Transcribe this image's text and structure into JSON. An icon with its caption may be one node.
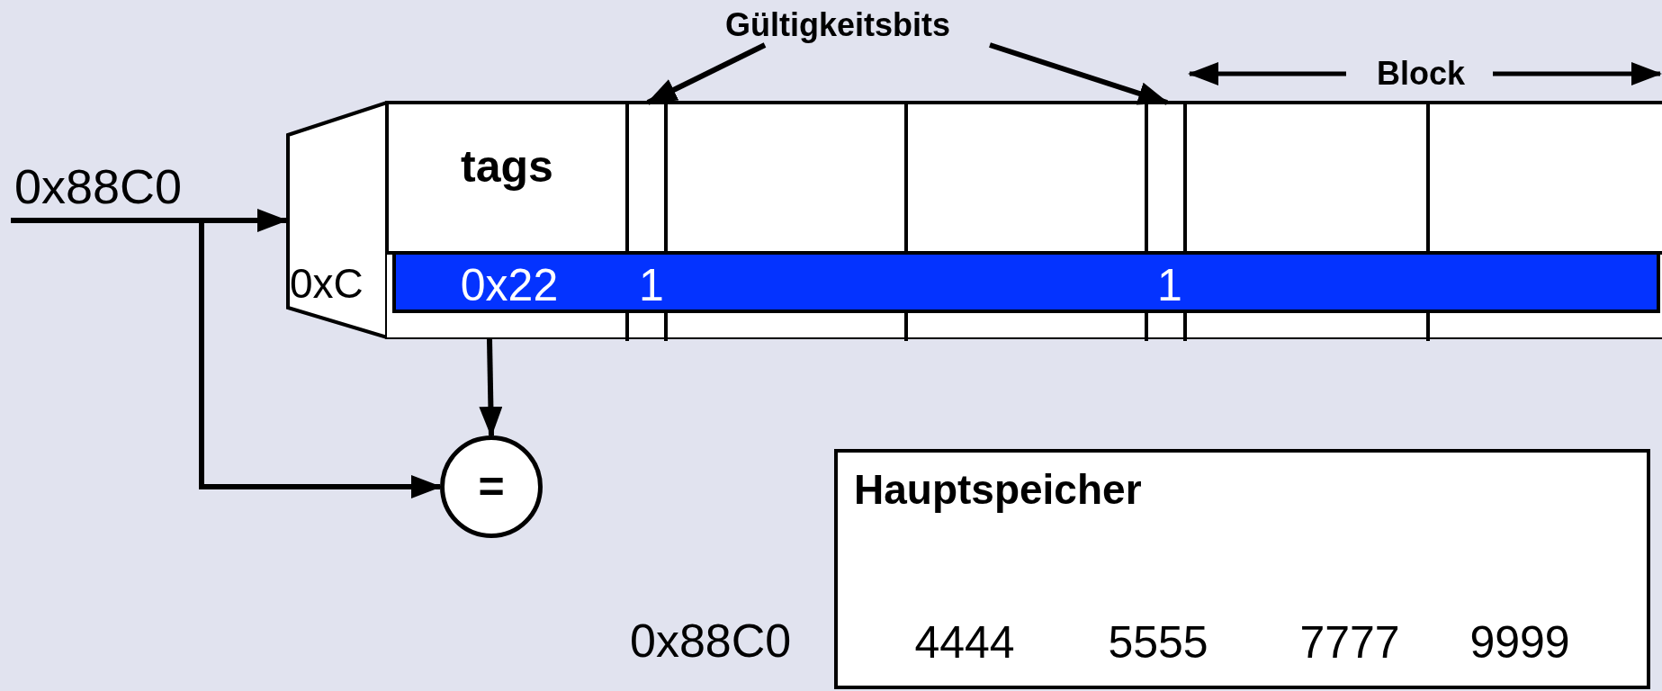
{
  "diagram": {
    "nodes": [
      {
        "text": [
          "Gültigkeitsbits"
        ]
      },
      {
        "text": [
          "0xC"
        ]
      },
      {
        "text": [],
        "shape": "box"
      },
      {
        "text": [
          "tags"
        ],
        "in": 2
      },
      {
        "text": [],
        "shape": "box",
        "in": 2
      },
      {
        "text": [],
        "shape": "box",
        "in": 2
      },
      {
        "text": [],
        "shape": "box",
        "in": 2
      },
      {
        "text": [],
        "shape": "box",
        "in": 2
      },
      {
        "text": [],
        "shape": "box",
        "in": 2
      },
      {
        "text": [],
        "shape": "box",
        "in": 2
      },
      {
        "text": [
          "0x22",
          "1",
          "1"
        ],
        "in": 2
      },
      {
        "text": [
          "="
        ]
      },
      {
        "text": [
          "Hauptspeicher",
          "4444",
          "5555",
          "7777",
          "9999"
        ],
        "beside": [
          "0x88C0"
        ]
      }
    ],
    "edges": [
      {
        "from": null,
        "to": 1,
        "arrow": "to",
        "label": "0x88C0"
      },
      {
        "from": null,
        "to": 11,
        "arrow": "to"
      },
      {
        "from": 2,
        "to": 11,
        "arrow": "to"
      },
      {
        "from": 0,
        "to": 4,
        "arrow": "to"
      },
      {
        "from": 0,
        "to": 7,
        "arrow": "to"
      }
    ],
    "labels": [
      "Block"
    ]
  }
}
